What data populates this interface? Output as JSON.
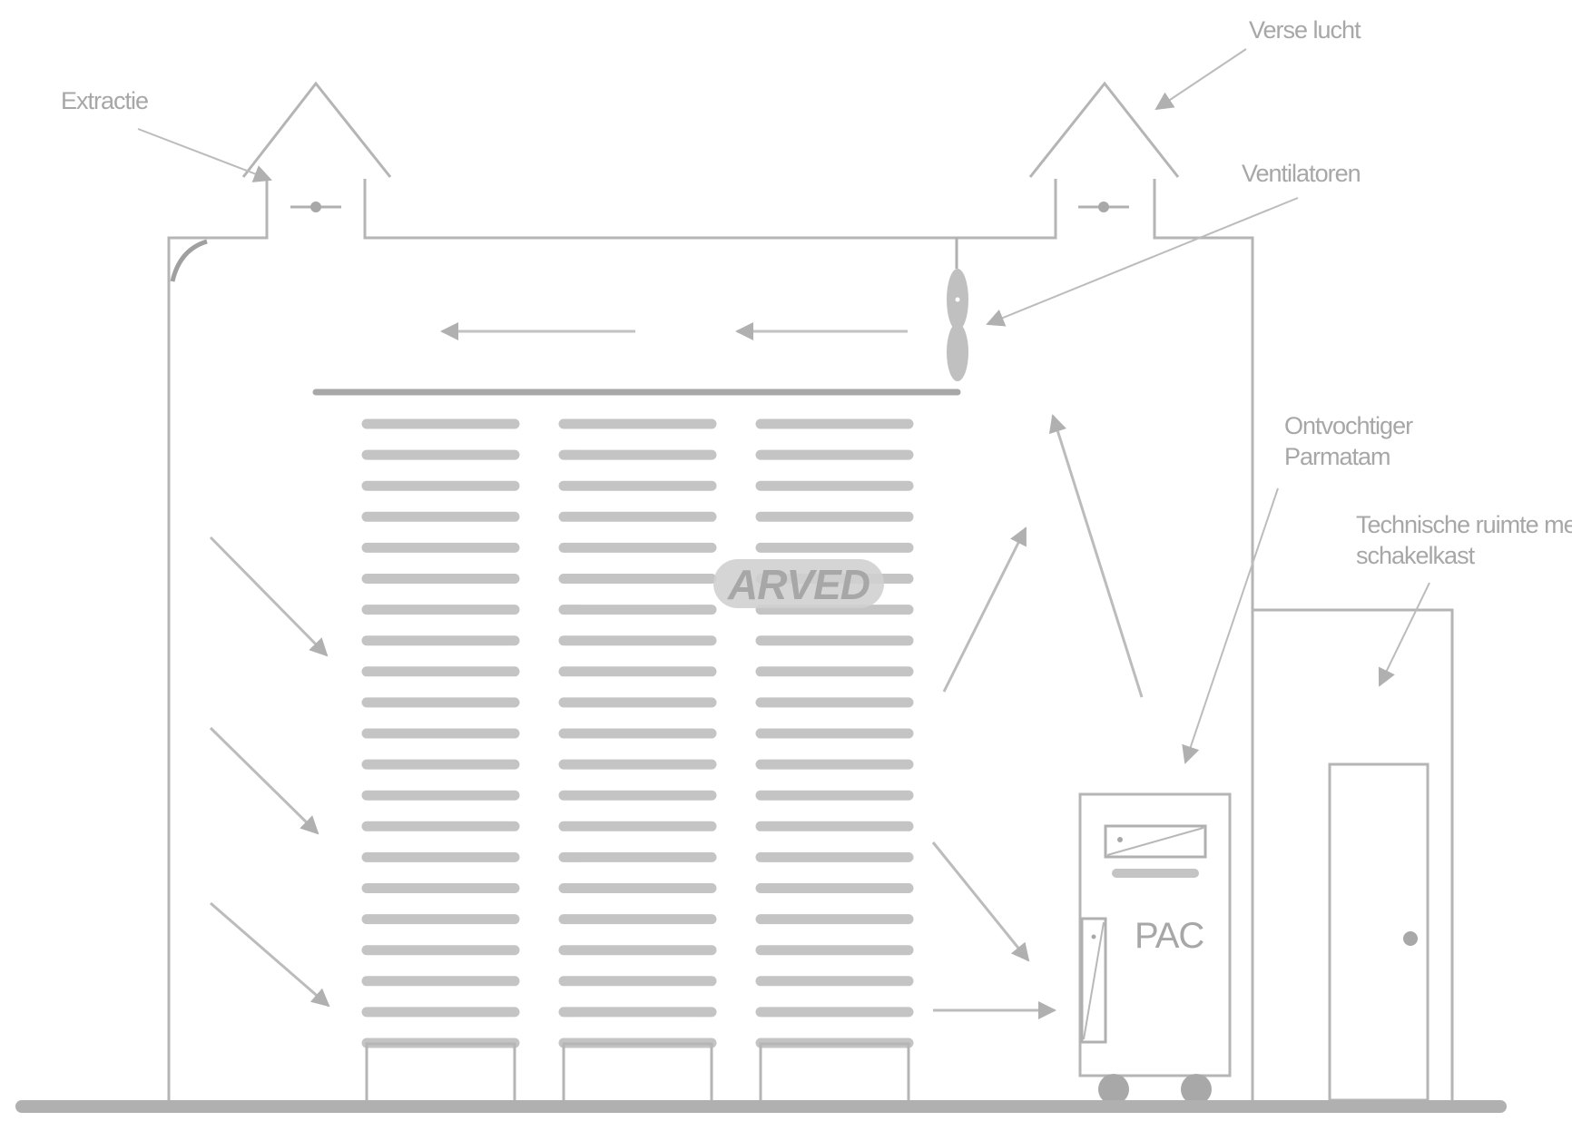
{
  "labels": {
    "extractie": "Extractie",
    "verse_lucht": "Verse lucht",
    "ventilatoren": "Ventilatoren",
    "ontvochtiger_line1": "Ontvochtiger",
    "ontvochtiger_line2": "Parmatam",
    "technische_line1": "Technische ruimte met",
    "technische_line2": "schakelkast",
    "pac": "PAC"
  },
  "logo": {
    "text": "ARVED",
    "pill_color": "#d0d0d0",
    "text_color": "#e6a070"
  },
  "colors": {
    "line": "#b5b5b5",
    "shelf": "#c4c4c4",
    "floor": "#b0b0b0",
    "text": "#a7a7a7"
  },
  "rack": {
    "columns": 3,
    "shelves_per_column": 21
  }
}
